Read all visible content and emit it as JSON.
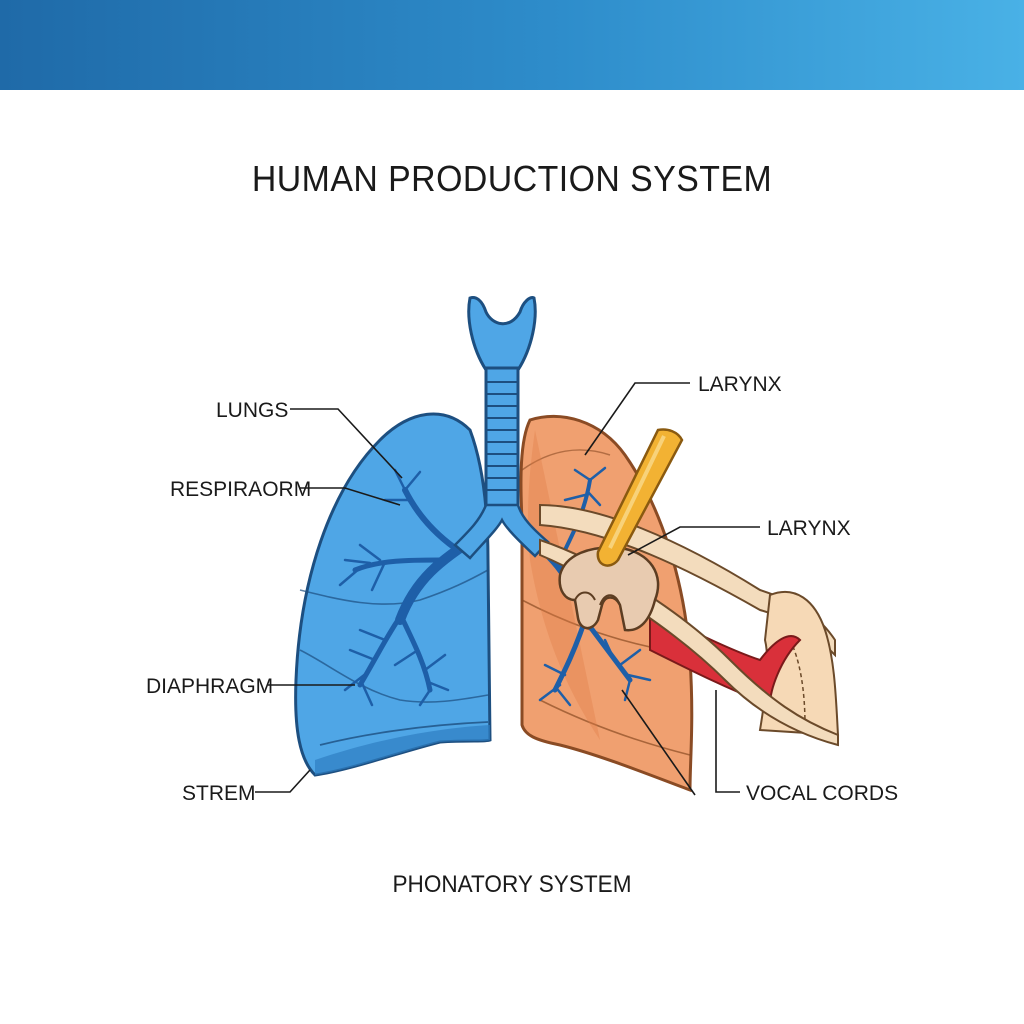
{
  "header": {
    "title": "HUMAN PRODUCTION SYSTEM",
    "subtitle": "PHONATORY SYSTEM"
  },
  "labels": {
    "lungs": "LUNGS",
    "respiraorm": "RESPIRAORM",
    "diaphragm": "DIAPHRAGM",
    "strem": "STREM",
    "larynx_top": "LARYNX",
    "larynx_mid": "LARYNX",
    "vocal_cords": "VOCAL CORDS"
  },
  "colors": {
    "header_start": "#1f6aa8",
    "header_end": "#49b1e6",
    "left_lung": "#4fa6e6",
    "right_lung": "#f0a070",
    "airway": "#3f95d8",
    "tube": "#f2b233",
    "tissue_red": "#d9303a",
    "cartilage": "#efd9bf"
  }
}
